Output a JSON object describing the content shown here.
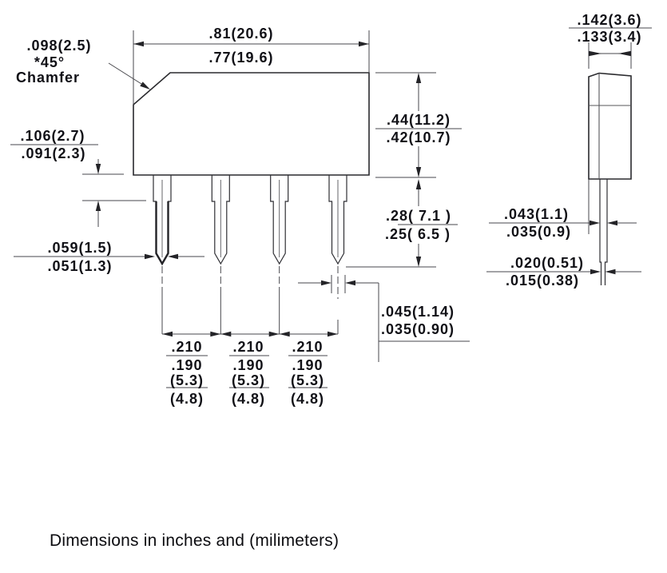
{
  "note": "Dimensions in inches and (milimeters)",
  "front_view": {
    "width_dim": {
      "max": ".81(20.6)",
      "min": ".77(19.6)"
    },
    "chamfer_note": {
      "size": ".098(2.5)",
      "angle": "*45°",
      "label": "Chamfer"
    },
    "shoulder_dim": {
      "max": ".106(2.7)",
      "min": ".091(2.3)"
    },
    "lead_tip_width_dim": {
      "max": ".059(1.5)",
      "min": ".051(1.3)"
    },
    "body_height_dim": {
      "max": ".44(11.2)",
      "min": ".42(10.7)"
    },
    "lead_length_dim": {
      "max": ".28( 7.1 )",
      "min": ".25( 6.5 )"
    },
    "lead_thickness_dim": {
      "max": ".045(1.14)",
      "min": ".035(0.90)"
    },
    "pitch_dims": [
      {
        "in_max": ".210",
        "in_min": ".190",
        "mm_max": "(5.3)",
        "mm_min": "(4.8)"
      },
      {
        "in_max": ".210",
        "in_min": ".190",
        "mm_max": "(5.3)",
        "mm_min": "(4.8)"
      },
      {
        "in_max": ".210",
        "in_min": ".190",
        "mm_max": "(5.3)",
        "mm_min": "(4.8)"
      }
    ]
  },
  "side_view": {
    "width_dim": {
      "max": ".142(3.6)",
      "min": ".133(3.4)"
    },
    "lead_upper_width_dim": {
      "max": ".043(1.1)",
      "min": ".035(0.9)"
    },
    "lead_lower_width_dim": {
      "max": ".020(0.51)",
      "min": ".015(0.38)"
    }
  }
}
